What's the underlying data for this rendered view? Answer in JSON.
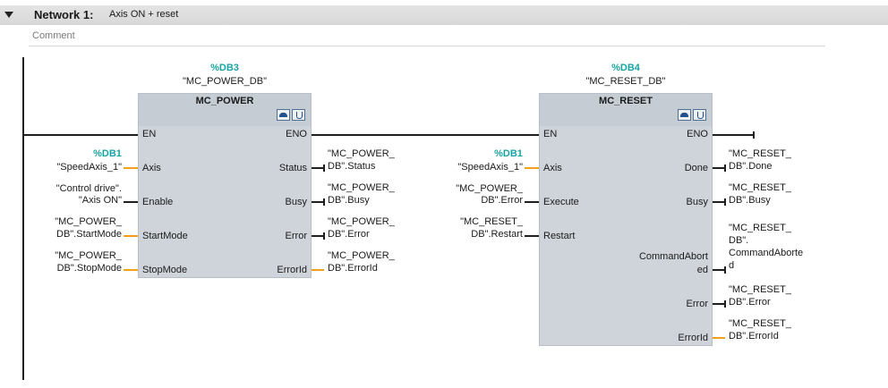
{
  "network": {
    "title": "Network 1:",
    "description": "Axis ON + reset",
    "comment_placeholder": "Comment"
  },
  "power_block": {
    "instance_db_number": "%DB3",
    "instance_db_name": "\"MC_POWER_DB\"",
    "type": "MC_POWER",
    "inputs": {
      "en": "EN",
      "axis": "Axis",
      "enable": "Enable",
      "startmode": "StartMode",
      "stopmode": "StopMode"
    },
    "outputs": {
      "eno": "ENO",
      "status": "Status",
      "busy": "Busy",
      "error": "Error",
      "errorid": "ErrorId"
    },
    "operands": {
      "axis_db": "%DB1",
      "axis_name": "\"SpeedAxis_1\"",
      "enable_1": "\"Control drive\".",
      "enable_2": "\"Axis ON\"",
      "startmode_1": "\"MC_POWER_",
      "startmode_2": "DB\".StartMode",
      "stopmode_1": "\"MC_POWER_",
      "stopmode_2": "DB\".StopMode",
      "status_1": "\"MC_POWER_",
      "status_2": "DB\".Status",
      "busy_1": "\"MC_POWER_",
      "busy_2": "DB\".Busy",
      "error_1": "\"MC_POWER_",
      "error_2": "DB\".Error",
      "errorid_1": "\"MC_POWER_",
      "errorid_2": "DB\".ErrorId"
    }
  },
  "reset_block": {
    "instance_db_number": "%DB4",
    "instance_db_name": "\"MC_RESET_DB\"",
    "type": "MC_RESET",
    "inputs": {
      "en": "EN",
      "axis": "Axis",
      "execute": "Execute",
      "restart": "Restart"
    },
    "outputs": {
      "eno": "ENO",
      "done": "Done",
      "busy": "Busy",
      "cmdaborted_1": "CommandAbort",
      "cmdaborted_2": "ed",
      "error": "Error",
      "errorid": "ErrorId"
    },
    "operands": {
      "axis_db": "%DB1",
      "axis_name": "\"SpeedAxis_1\"",
      "execute_1": "\"MC_POWER_",
      "execute_2": "DB\".Error",
      "restart_1": "\"MC_RESET_",
      "restart_2": "DB\".Restart",
      "done_1": "\"MC_RESET_",
      "done_2": "DB\".Done",
      "busy_1": "\"MC_RESET_",
      "busy_2": "DB\".Busy",
      "cmdaborted_1": "\"MC_RESET_",
      "cmdaborted_2": "DB\".",
      "cmdaborted_3": "CommandAborte",
      "cmdaborted_4": "d",
      "error_1": "\"MC_RESET_",
      "error_2": "DB\".Error",
      "errorid_1": "\"MC_RESET_",
      "errorid_2": "DB\".ErrorId"
    }
  }
}
